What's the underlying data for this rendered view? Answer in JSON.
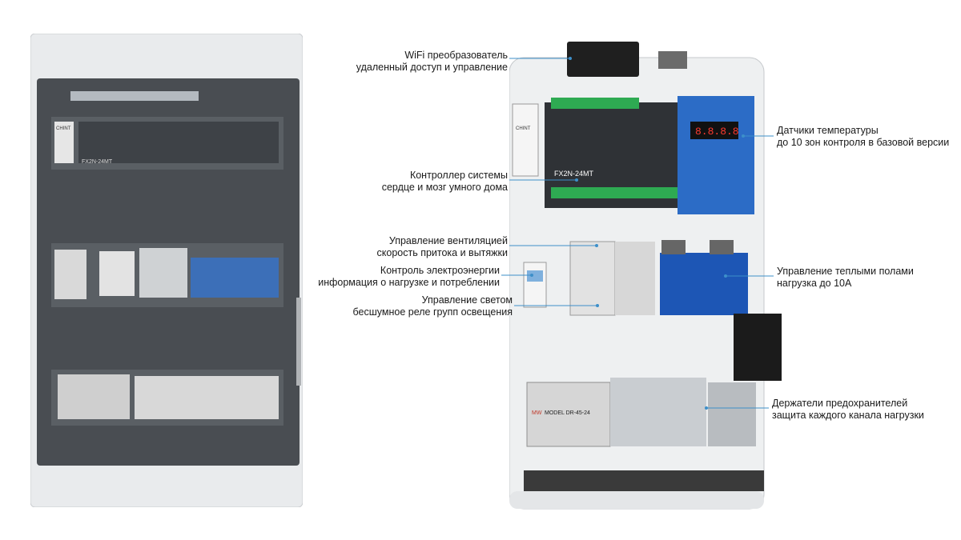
{
  "annotations": [
    {
      "id": "wifi",
      "line1": "WiFi преобразователь",
      "line2": "удаленный доступ и управление"
    },
    {
      "id": "controller",
      "line1": "Контроллер системы",
      "line2": "сердце и мозг умного дома"
    },
    {
      "id": "ventilation",
      "line1": "Управление вентиляцией",
      "line2": "скорость притока и вытяжки"
    },
    {
      "id": "energy",
      "line1": "Контроль электроэнергии",
      "line2": "информация о нагрузке и потреблении"
    },
    {
      "id": "light",
      "line1": "Управление светом",
      "line2": "бесшумное реле групп освещения"
    },
    {
      "id": "temperature",
      "line1": "Датчики температуры",
      "line2": "до 10 зон контроля в базовой версии"
    },
    {
      "id": "floors",
      "line1": "Управление теплыми полами",
      "line2": "нагрузка до 10А"
    },
    {
      "id": "fuses",
      "line1": "Держатели предохранителей",
      "line2": "защита каждого канала нагрузки"
    }
  ],
  "device_markings": {
    "plc_model": "FX2N-24MT",
    "breaker_brand": "CHINT",
    "psu_model": "MODEL DR-45-24",
    "psu_brand": "MW",
    "display": "8.8.8.8"
  }
}
